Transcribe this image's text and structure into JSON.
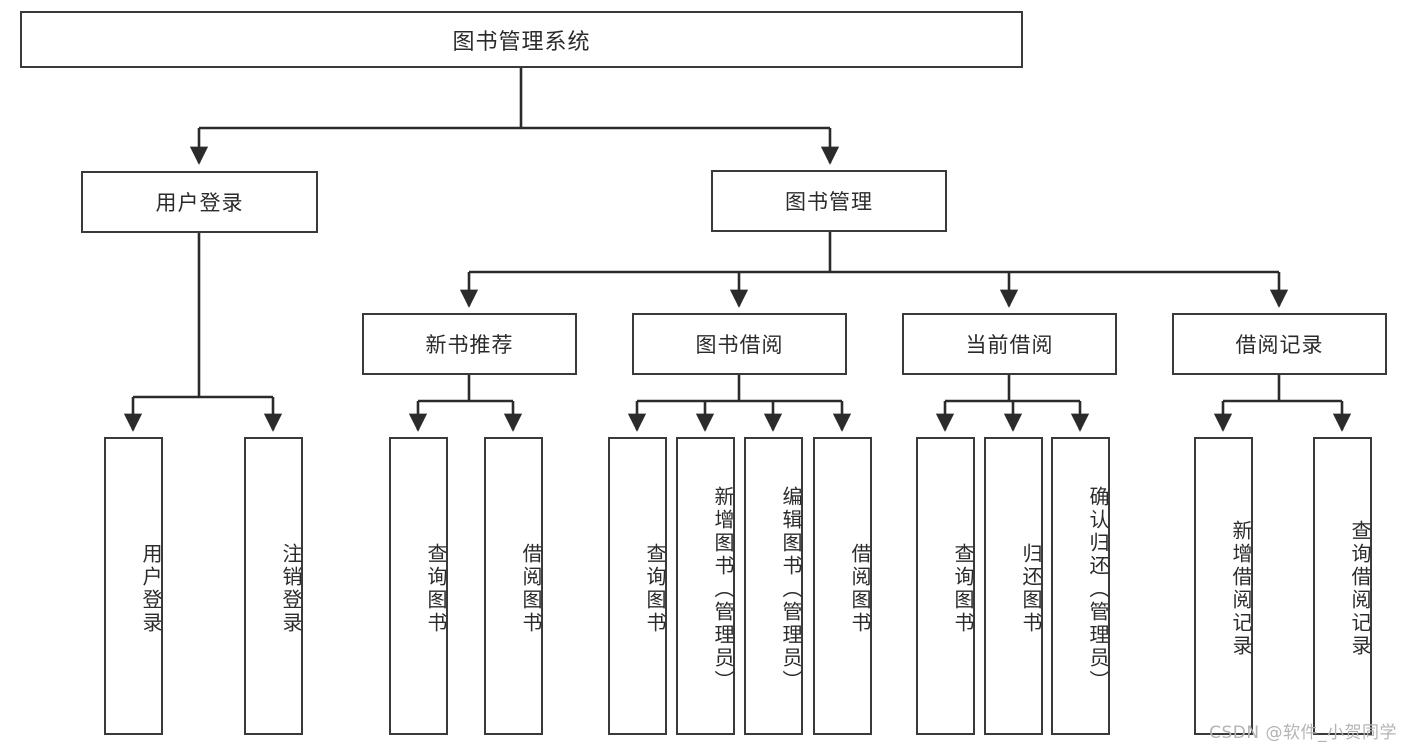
{
  "diagram": {
    "title": "图书管理系统",
    "type": "tree-hierarchy-chart",
    "colors": {
      "box_border": "#3a3a3a",
      "box_fill": "#ffffff",
      "edge": "#2b2b2b",
      "text": "#2b2b2b",
      "watermark": "#b4b4b4",
      "background": "#ffffff"
    },
    "root": {
      "id": "root",
      "label": "图书管理系统"
    },
    "level2": [
      {
        "id": "user-login",
        "label": "用户登录"
      },
      {
        "id": "book-management",
        "label": "图书管理"
      }
    ],
    "level3": [
      {
        "id": "new-book-recommend",
        "label": "新书推荐"
      },
      {
        "id": "book-borrow",
        "label": "图书借阅"
      },
      {
        "id": "current-borrow",
        "label": "当前借阅"
      },
      {
        "id": "borrow-record",
        "label": "借阅记录"
      }
    ],
    "leaves": {
      "user_login": [
        {
          "id": "leaf-user-login",
          "label": "用户登录"
        },
        {
          "id": "leaf-logout-login",
          "label": "注销登录"
        }
      ],
      "new_book_recommend": [
        {
          "id": "leaf-query-book-1",
          "label": "查询图书"
        },
        {
          "id": "leaf-borrow-book-1",
          "label": "借阅图书"
        }
      ],
      "book_borrow": [
        {
          "id": "leaf-query-book-2",
          "label": "查询图书"
        },
        {
          "id": "leaf-add-book-admin",
          "label": "新增图书（管理员）"
        },
        {
          "id": "leaf-edit-book-admin",
          "label": "编辑图书（管理员）"
        },
        {
          "id": "leaf-borrow-book-2",
          "label": "借阅图书"
        }
      ],
      "current_borrow": [
        {
          "id": "leaf-query-book-3",
          "label": "查询图书"
        },
        {
          "id": "leaf-return-book",
          "label": "归还图书"
        },
        {
          "id": "leaf-confirm-return-admin",
          "label": "确认归还（管理员）"
        }
      ],
      "borrow_record": [
        {
          "id": "leaf-add-borrow-record",
          "label": "新增借阅记录"
        },
        {
          "id": "leaf-query-borrow-record",
          "label": "查询借阅记录"
        }
      ]
    },
    "watermark": "CSDN @软件_小贺同学"
  }
}
